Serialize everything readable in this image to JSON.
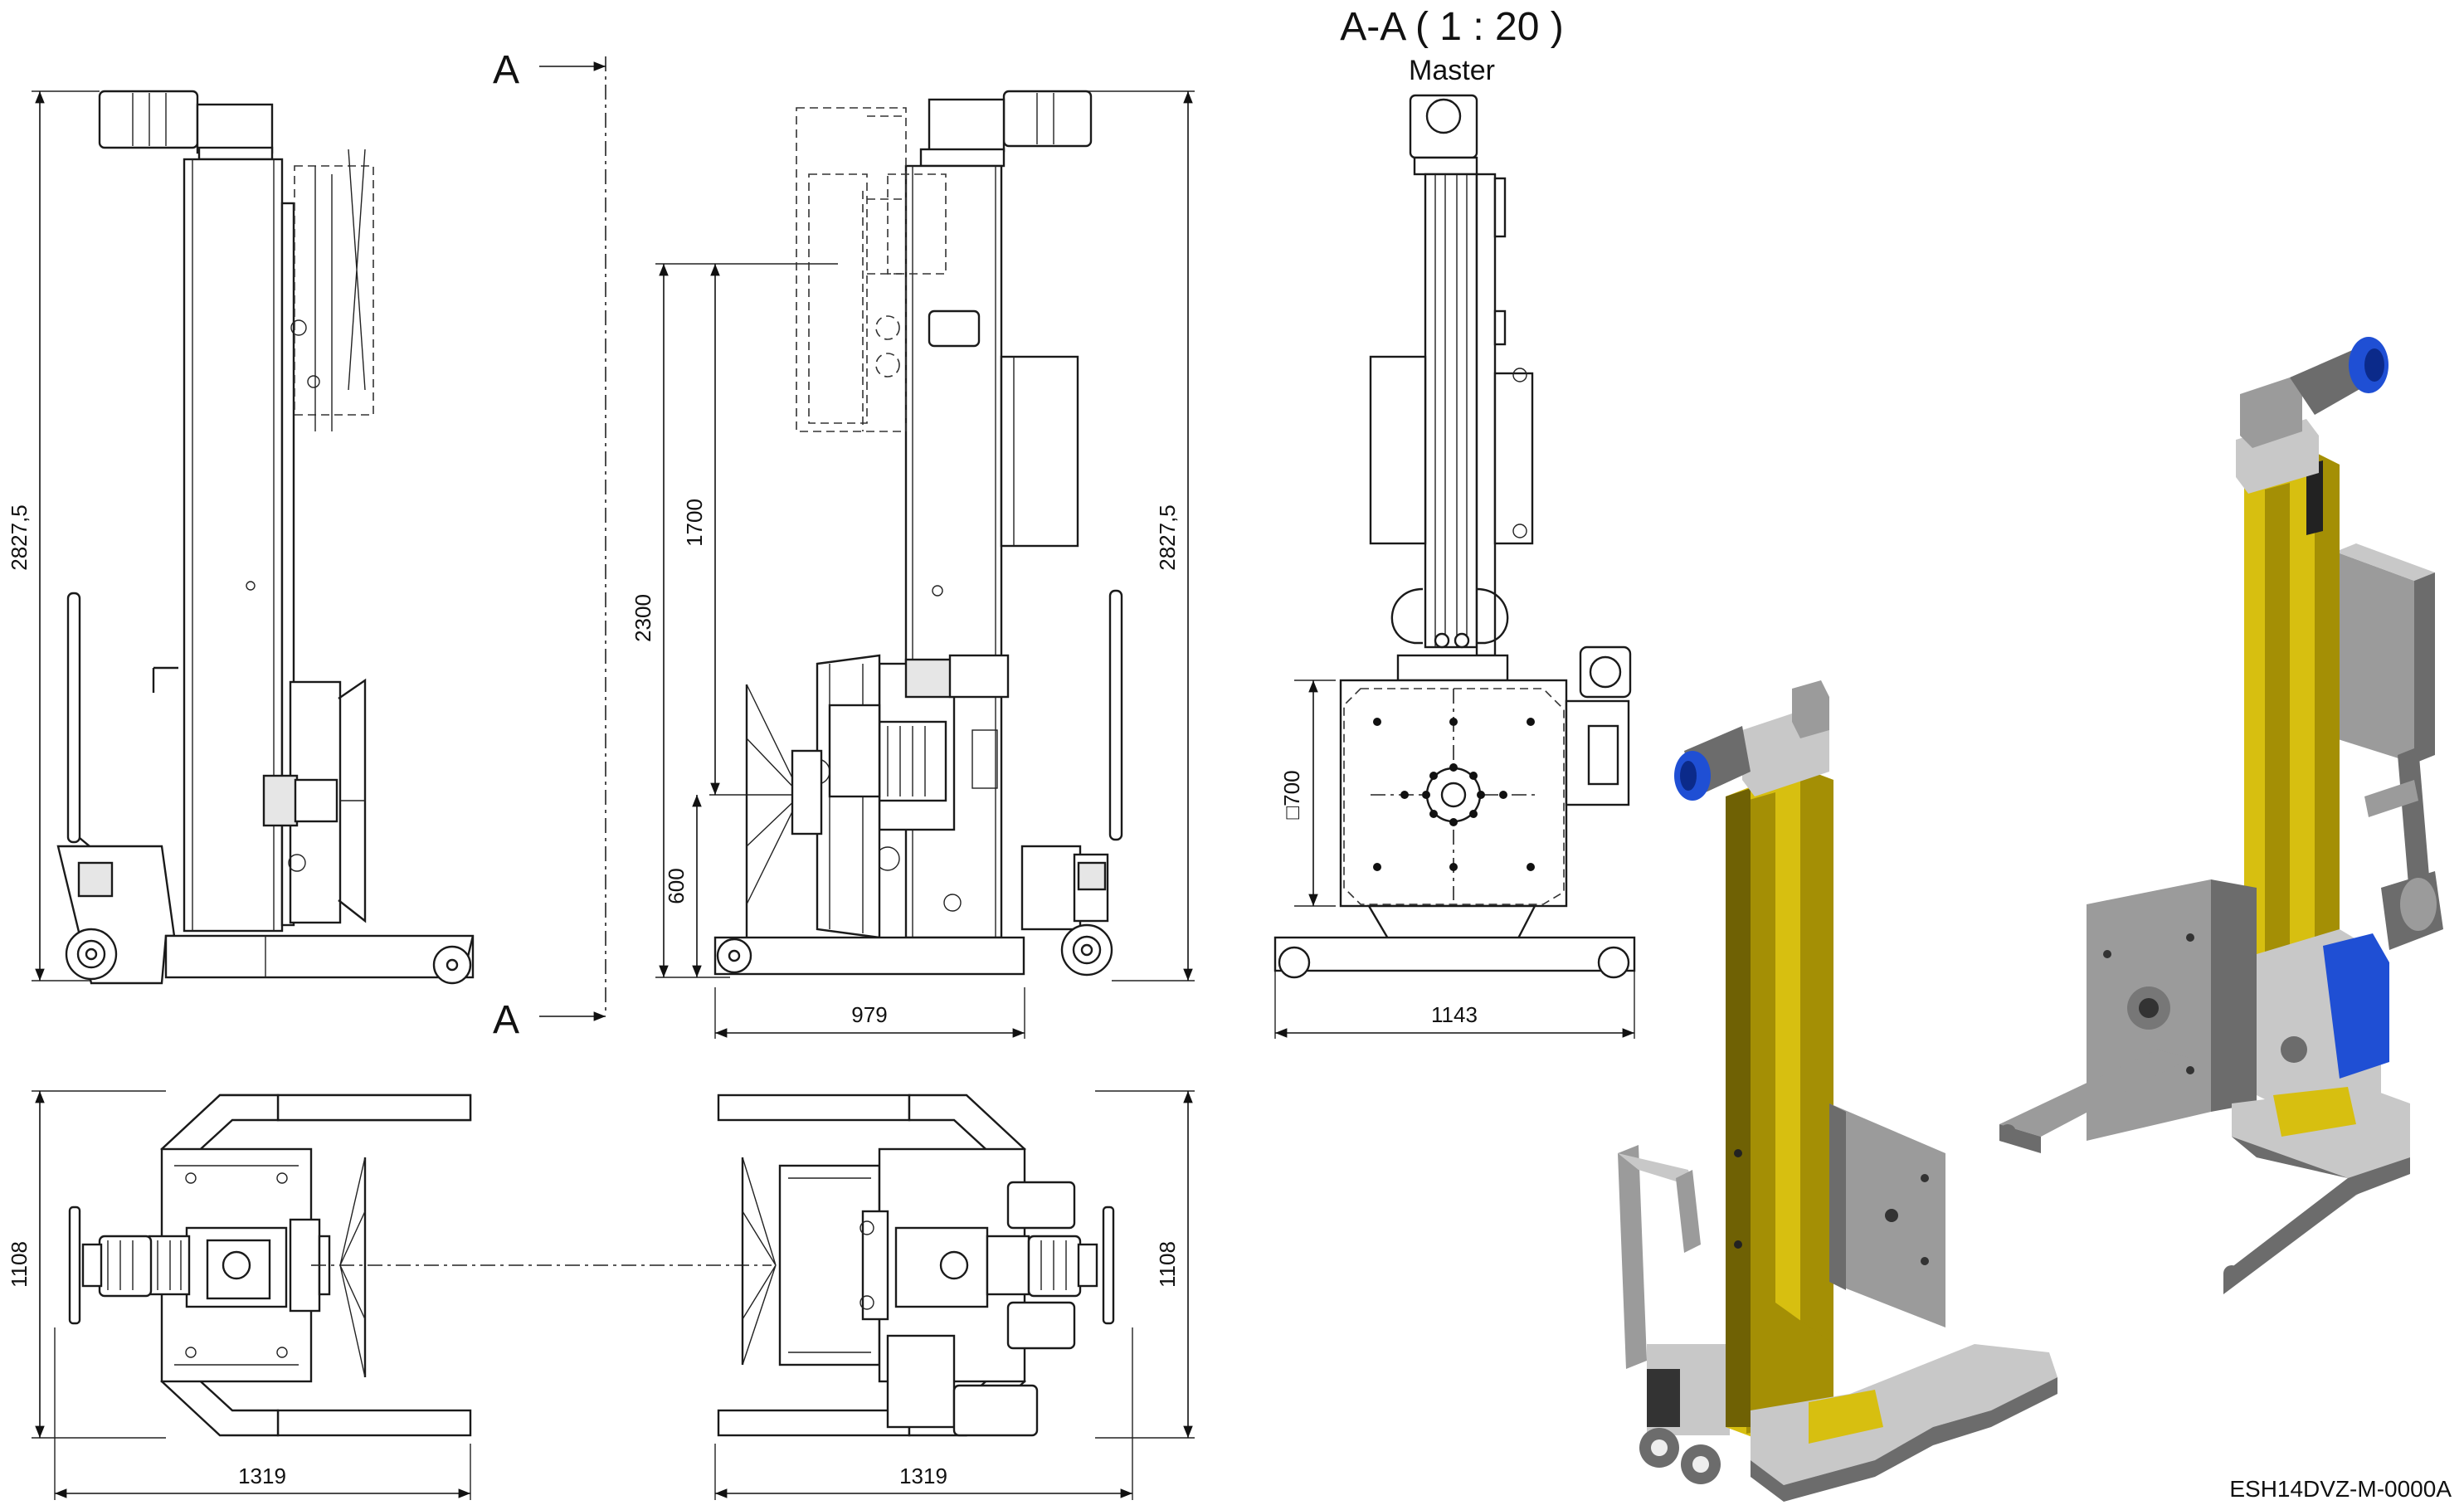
{
  "section": {
    "title": "A-A ( 1 : 20 )",
    "subtitle": "Master",
    "marker_top": "A",
    "marker_bottom": "A"
  },
  "dimensions": {
    "side_height": "2827,5",
    "front_total_height": "2300",
    "front_upper": "1700",
    "front_lower": "600",
    "front_height_right": "2827,5",
    "front_width": "979",
    "section_width": "1143",
    "section_square": "□700",
    "top_left_depth": "1108",
    "top_left_width": "1319",
    "top_right_depth": "1108",
    "top_right_width": "1319"
  },
  "drawing_number": "ESH14DVZ-M-0000A",
  "colors": {
    "column_yellow": "#d7bf10",
    "column_shadow": "#a48f05",
    "frame_grey": "#9b9b9b",
    "motor_blue": "#1f4fd4"
  }
}
